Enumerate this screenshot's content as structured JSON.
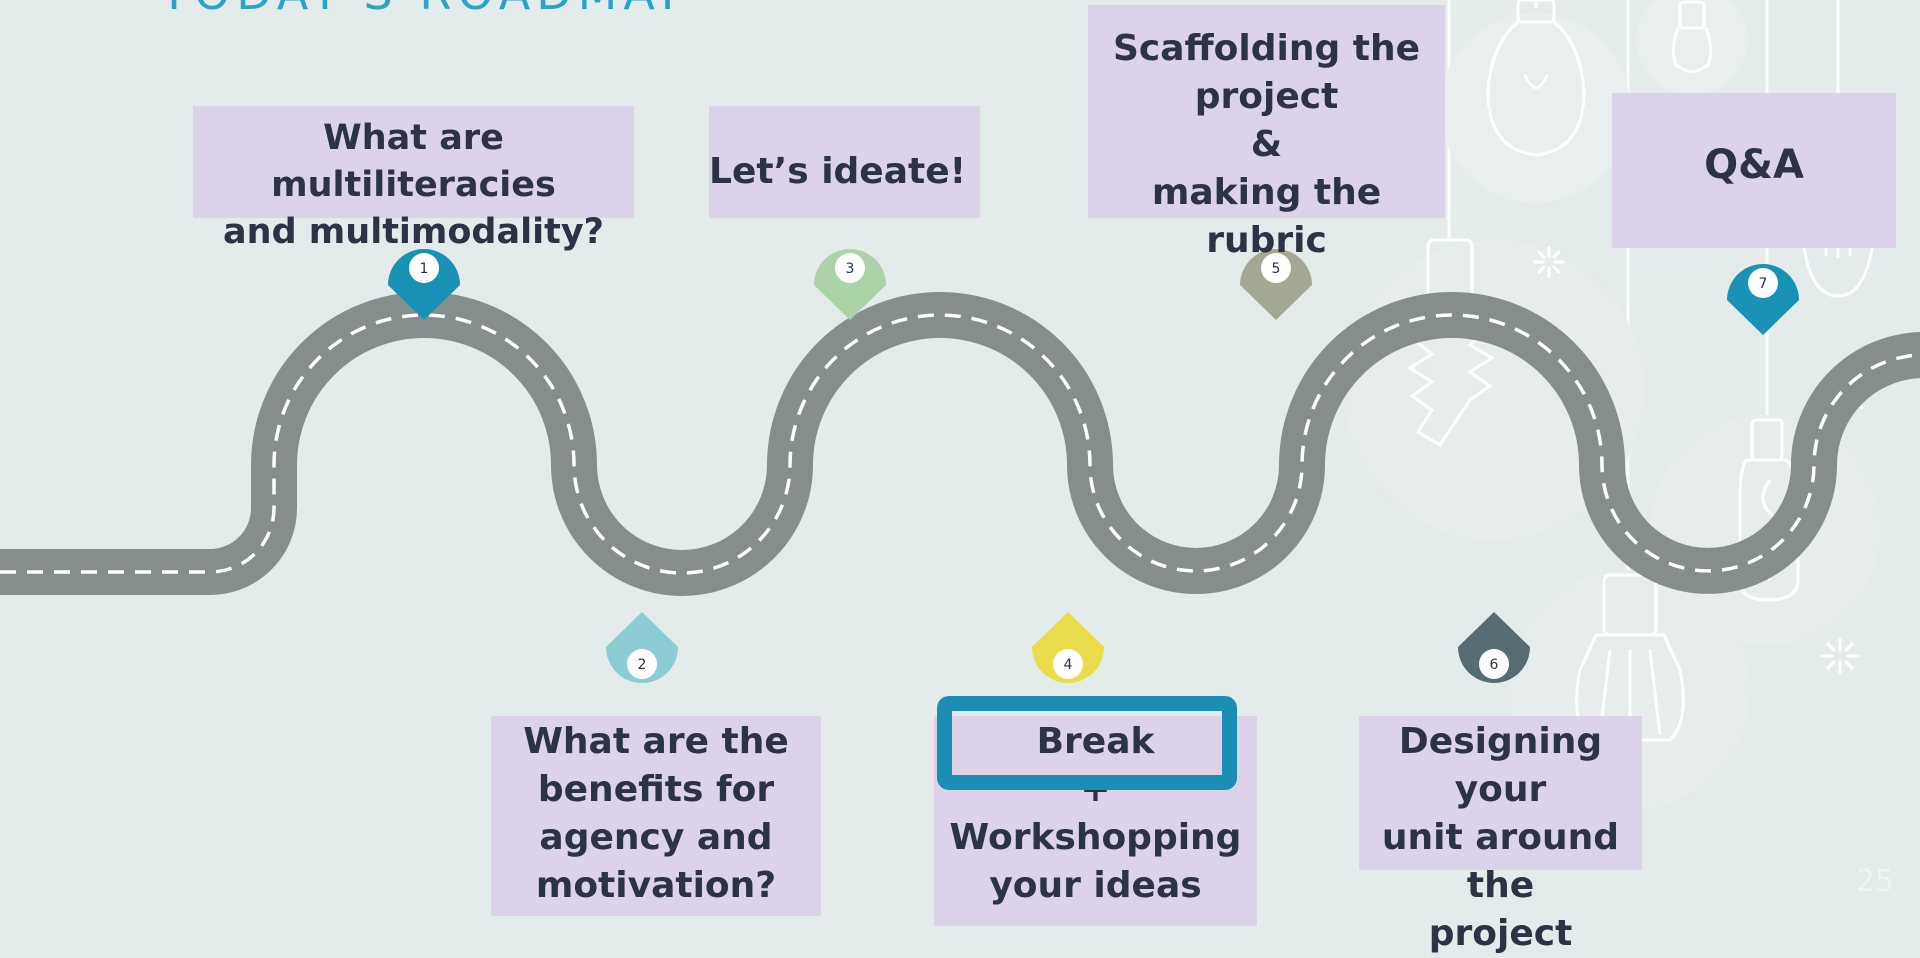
{
  "slide": {
    "title": "TODAY'S ROADMAP",
    "page_number": "25"
  },
  "colors": {
    "background": "#e3ebeb",
    "road": "#868d8d",
    "road_dash": "#ffffff",
    "box": "#dcd3ea",
    "text": "#2b3345",
    "highlight": "#1b8fb3"
  },
  "markers": [
    {
      "number": "1",
      "color": "#1a92b5"
    },
    {
      "number": "2",
      "color": "#8ccdd3"
    },
    {
      "number": "3",
      "color": "#acd3a8"
    },
    {
      "number": "4",
      "color": "#e9dd4c"
    },
    {
      "number": "5",
      "color": "#a3a793"
    },
    {
      "number": "6",
      "color": "#576c72"
    },
    {
      "number": "7",
      "color": "#1a92b5"
    }
  ],
  "steps": [
    {
      "text": "What are multiliteracies\nand multimodality?"
    },
    {
      "text": "What are the\nbenefits for\nagency and\nmotivation?"
    },
    {
      "text": "Let’s ideate!"
    },
    {
      "text": "Break\n+\nWorkshopping\nyour ideas"
    },
    {
      "text": "Scaffolding the\nproject\n&\nmaking the rubric"
    },
    {
      "text": "Designing your\nunit around the\nproject"
    },
    {
      "text": "Q&A"
    }
  ],
  "decorations": [
    "lightbulb-icon",
    "sparkle-icon"
  ]
}
